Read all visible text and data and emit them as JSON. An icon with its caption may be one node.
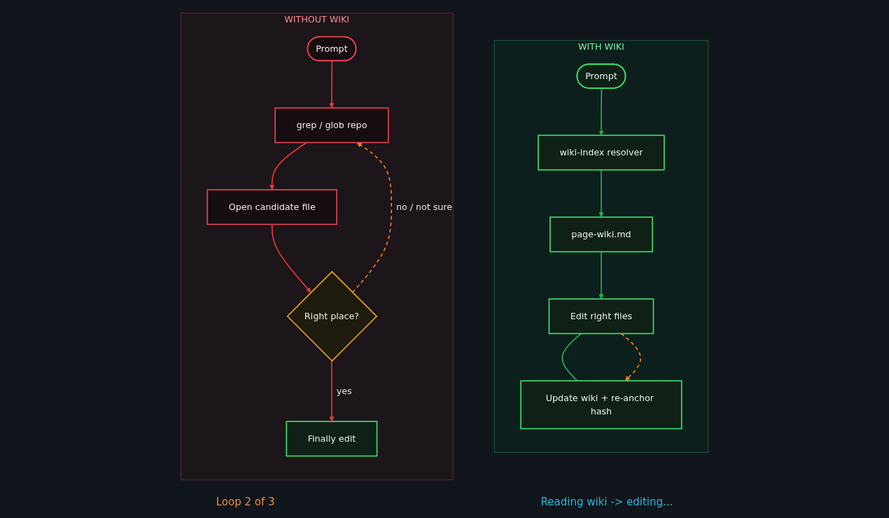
{
  "diagram": {
    "nodes": [
      {
        "text": [
          "WITHOUT WIKI"
        ]
      },
      {
        "text": [
          "Prompt"
        ],
        "in": 0
      },
      {
        "text": [
          "grep / glob repo"
        ],
        "in": 0
      },
      {
        "text": [
          "Open candidate file"
        ],
        "in": 0
      },
      {
        "text": [
          "Right place?"
        ],
        "in": 0
      },
      {
        "text": [
          "Finally edit"
        ],
        "in": 0
      },
      {
        "text": [
          "WITH WIKI"
        ]
      },
      {
        "text": [
          "Prompt"
        ],
        "in": 6
      },
      {
        "text": [
          "wiki-index resolver"
        ],
        "in": 6
      },
      {
        "text": [
          "page-wiki.md"
        ],
        "in": 6
      },
      {
        "text": [
          "Edit right files"
        ],
        "in": 6
      },
      {
        "text": [
          "Update wiki + re-anchor hash"
        ],
        "in": 6
      }
    ],
    "edges": [
      {
        "from": 1,
        "to": 2,
        "arrow": "to",
        "color": "#e53935"
      },
      {
        "from": 2,
        "to": 3,
        "arrow": "to",
        "color": "#e53935"
      },
      {
        "from": 3,
        "to": 4,
        "arrow": "to",
        "color": "#e53935"
      },
      {
        "from": 4,
        "to": 2,
        "arrow": "to",
        "label": "no / not sure",
        "style": "dashed",
        "color": "#f57c1f"
      },
      {
        "from": 4,
        "to": 5,
        "arrow": "to",
        "label": "yes",
        "color": "#e53935"
      },
      {
        "from": 7,
        "to": 8,
        "arrow": "to",
        "color": "#22b04b"
      },
      {
        "from": 8,
        "to": 9,
        "arrow": "to",
        "color": "#22b04b"
      },
      {
        "from": 9,
        "to": 10,
        "arrow": "to",
        "color": "#22b04b"
      },
      {
        "from": 10,
        "to": 11,
        "arrow": "none",
        "color": "#22b04b"
      },
      {
        "from": 10,
        "to": 11,
        "arrow": "to",
        "style": "dashed",
        "color": "#f57c1f"
      }
    ],
    "labels": [
      "Loop 2 of 3",
      "Reading wiki -> editing..."
    ]
  }
}
